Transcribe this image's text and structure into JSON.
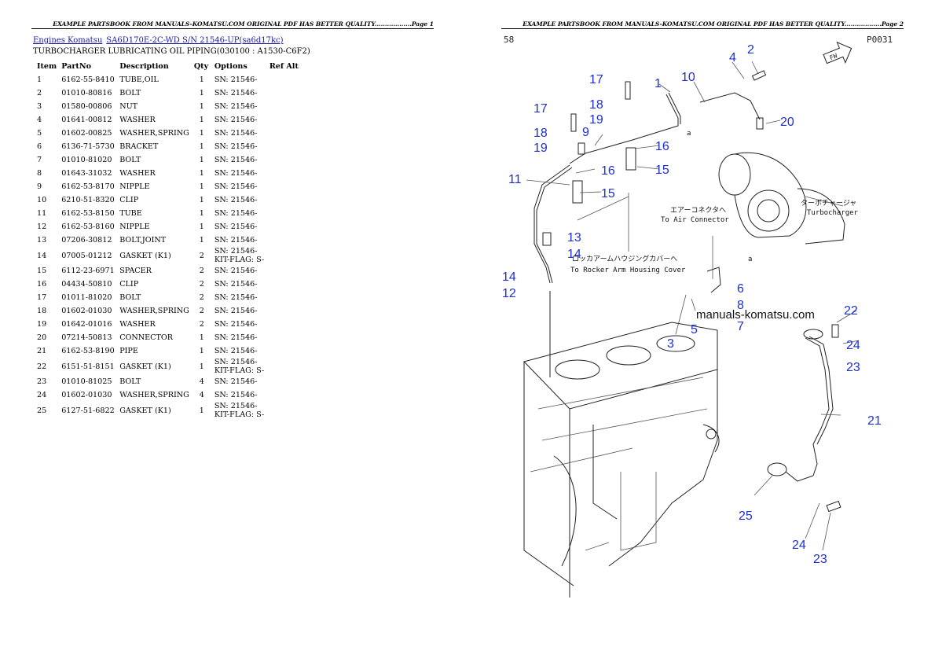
{
  "page1": {
    "header": "EXAMPLE PARTSBOOK FROM MANUALS-KOMATSU.COM ORIGINAL PDF HAS BETTER QUALITY..................Page 1",
    "breadcrumb": [
      "Engines Komatsu",
      "SA6D170E-2C-WD S/N 21546-UP(sa6d17kc)"
    ],
    "title": "TURBOCHARGER LUBRICATING OIL PIPING(030100 : A1530-C6F2)",
    "columns": [
      "Item",
      "PartNo",
      "Description",
      "Qty",
      "Options",
      "Ref Alt"
    ],
    "rows": [
      {
        "item": "1",
        "part": "6162-55-8410",
        "desc": "TUBE,OIL",
        "qty": "1",
        "opt": "SN: 21546-"
      },
      {
        "item": "2",
        "part": "01010-80816",
        "desc": "BOLT",
        "qty": "1",
        "opt": "SN: 21546-"
      },
      {
        "item": "3",
        "part": "01580-00806",
        "desc": "NUT",
        "qty": "1",
        "opt": "SN: 21546-"
      },
      {
        "item": "4",
        "part": "01641-00812",
        "desc": "WASHER",
        "qty": "1",
        "opt": "SN: 21546-"
      },
      {
        "item": "5",
        "part": "01602-00825",
        "desc": "WASHER,SPRING",
        "qty": "1",
        "opt": "SN: 21546-"
      },
      {
        "item": "6",
        "part": "6136-71-5730",
        "desc": "BRACKET",
        "qty": "1",
        "opt": "SN: 21546-"
      },
      {
        "item": "7",
        "part": "01010-81020",
        "desc": "BOLT",
        "qty": "1",
        "opt": "SN: 21546-"
      },
      {
        "item": "8",
        "part": "01643-31032",
        "desc": "WASHER",
        "qty": "1",
        "opt": "SN: 21546-"
      },
      {
        "item": "9",
        "part": "6162-53-8170",
        "desc": "NIPPLE",
        "qty": "1",
        "opt": "SN: 21546-"
      },
      {
        "item": "10",
        "part": "6210-51-8320",
        "desc": "CLIP",
        "qty": "1",
        "opt": "SN: 21546-"
      },
      {
        "item": "11",
        "part": "6162-53-8150",
        "desc": "TUBE",
        "qty": "1",
        "opt": "SN: 21546-"
      },
      {
        "item": "12",
        "part": "6162-53-8160",
        "desc": "NIPPLE",
        "qty": "1",
        "opt": "SN: 21546-"
      },
      {
        "item": "13",
        "part": "07206-30812",
        "desc": "BOLT,JOINT",
        "qty": "1",
        "opt": "SN: 21546-"
      },
      {
        "item": "14",
        "part": "07005-01212",
        "desc": "GASKET (K1)",
        "qty": "2",
        "opt": "SN: 21546-",
        "opt2": "KIT-FLAG: S-"
      },
      {
        "item": "15",
        "part": "6112-23-6971",
        "desc": "SPACER",
        "qty": "2",
        "opt": "SN: 21546-"
      },
      {
        "item": "16",
        "part": "04434-50810",
        "desc": "CLIP",
        "qty": "2",
        "opt": "SN: 21546-"
      },
      {
        "item": "17",
        "part": "01011-81020",
        "desc": "BOLT",
        "qty": "2",
        "opt": "SN: 21546-"
      },
      {
        "item": "18",
        "part": "01602-01030",
        "desc": "WASHER,SPRING",
        "qty": "2",
        "opt": "SN: 21546-"
      },
      {
        "item": "19",
        "part": "01642-01016",
        "desc": "WASHER",
        "qty": "2",
        "opt": "SN: 21546-"
      },
      {
        "item": "20",
        "part": "07214-50813",
        "desc": "CONNECTOR",
        "qty": "1",
        "opt": "SN: 21546-"
      },
      {
        "item": "21",
        "part": "6162-53-8190",
        "desc": "PIPE",
        "qty": "1",
        "opt": "SN: 21546-"
      },
      {
        "item": "22",
        "part": "6151-51-8151",
        "desc": "GASKET (K1)",
        "qty": "1",
        "opt": "SN: 21546-",
        "opt2": "KIT-FLAG: S-"
      },
      {
        "item": "23",
        "part": "01010-81025",
        "desc": "BOLT",
        "qty": "4",
        "opt": "SN: 21546-"
      },
      {
        "item": "24",
        "part": "01602-01030",
        "desc": "WASHER,SPRING",
        "qty": "4",
        "opt": "SN: 21546-"
      },
      {
        "item": "25",
        "part": "6127-51-6822",
        "desc": "GASKET (K1)",
        "qty": "1",
        "opt": "SN: 21546-",
        "opt2": "KIT-FLAG: S-"
      }
    ]
  },
  "page2": {
    "header": "EXAMPLE PARTSBOOK FROM MANUALS-KOMATSU.COM ORIGINAL PDF HAS BETTER QUALITY..................Page 2",
    "corner_left": "58",
    "corner_right": "P0031",
    "fw_label": "FW",
    "watermark": "manuals-komatsu.com",
    "notes": {
      "air_jp": "エアーコネクタへ",
      "air_en": "To Air Connector",
      "rocker_jp": "ロッカアームハウジングカバーへ",
      "rocker_en": "To Rocker Arm Housing Cover",
      "turbo_jp": "ターボチャージャ",
      "turbo_en": "Turbocharger",
      "ref_a1": "a",
      "ref_a2": "a"
    },
    "callouts": [
      "1",
      "2",
      "3",
      "4",
      "5",
      "6",
      "7",
      "8",
      "9",
      "10",
      "11",
      "12",
      "13",
      "14",
      "14",
      "15",
      "15",
      "16",
      "16",
      "17",
      "17",
      "18",
      "18",
      "19",
      "19",
      "20",
      "21",
      "22",
      "23",
      "23",
      "24",
      "24",
      "25"
    ],
    "callout_color": "#1f2fd0"
  }
}
